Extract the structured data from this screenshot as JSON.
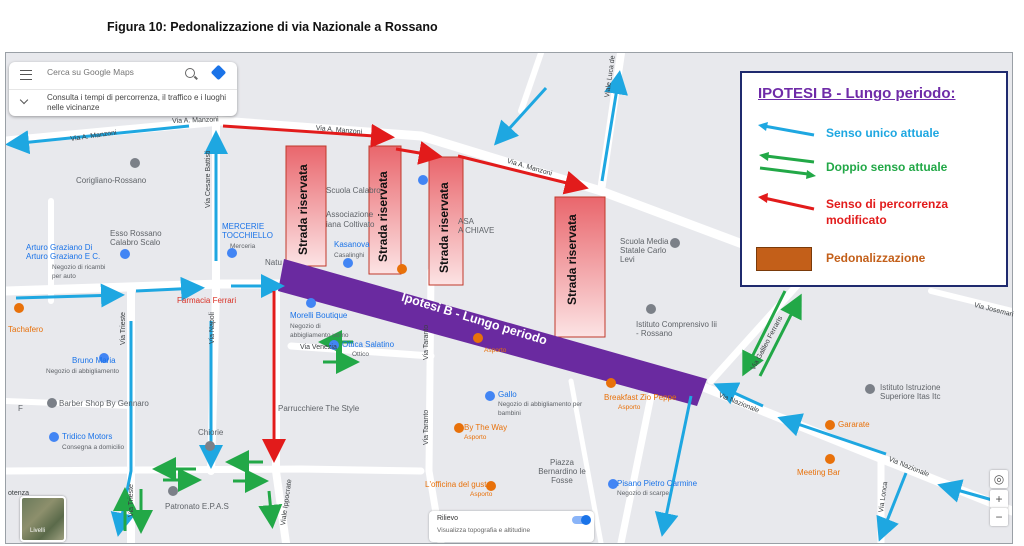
{
  "caption": "Figura 10: Pedonalizzazione di via Nazionale a Rossano",
  "search": {
    "placeholder": "Cerca su Google Maps",
    "hint": "Consulta i tempi di percorrenza, il traffico e i luoghi nelle vicinanze"
  },
  "legend": {
    "title": "IPOTESI B - Lungo periodo:",
    "items": [
      {
        "label": "Senso unico attuale",
        "color": "#1ea7e1"
      },
      {
        "label": "Doppio senso attuale",
        "color": "#22a847"
      },
      {
        "label": "Senso di percorrenza\nmodificato",
        "line1": "Senso di percorrenza",
        "line2": "modificato",
        "color": "#e21b1b"
      },
      {
        "label": "Pedonalizzazione",
        "color": "#c35f19"
      }
    ]
  },
  "colors": {
    "one_way": "#1ea7e1",
    "two_way": "#22a847",
    "modified": "#e21b1b",
    "pedestrian_band": "#6a2aa0",
    "reserved_lane": "#f0a3a8"
  },
  "band_label": "Ipotesi B - Lungo periodo",
  "reserved_label": "Strada riservata",
  "streets": {
    "manzoni": "Via A. Manzoni",
    "cesare_battisti": "Via Cesare Battisti",
    "napoli": "Via Napoli",
    "trieste": "Via Trieste",
    "venezia": "Via Venezia",
    "taranto": "Via Taranto",
    "nazionale": "Via Nazionale",
    "ipocrate": "Viale Ippocrate",
    "luca_de": "Viale Luca de",
    "galileo_ferraris": "Via Galileo Ferraris",
    "josemaria": "Via Josemari",
    "lonca": "Via Lonca",
    "potenza": "otenza"
  },
  "places": {
    "corigliano": "Corigliano-Rossano",
    "esso": "Esso Rossano Calabro Scalo",
    "arturo": "Arturo Graziano Di Arturo Graziano E C.",
    "arturo_sub": "Negozio di ricambi per auto",
    "merceria": "MERCERIE TOCCHIELLO",
    "merceria_sub": "Merceria",
    "scuola_calabro": "Scuola Calabro",
    "associazione": "Associazione",
    "coltivatori": "iana Coltivato",
    "kasanova": "Kasanova",
    "kasanova_sub": "Casalinghi",
    "casa_chiave": "ASA\nA CHIAVE",
    "scuola_media": "Scuola Media Statale Carlo Levi",
    "farmacia": "Farmacia Ferrari",
    "morelli": "Morelli Boutique",
    "morelli_sub": "Negozio di abbigliamento uomo",
    "ottica": "Ottica Salatino",
    "ottica_sub": "Ottico",
    "parrucchiere": "Parrucchiere The Style",
    "istituto": "Istituto Comprensivo Iii - Rossano",
    "istituto_sup": "Istituto Istruzione Superiore Itas Itc",
    "bruno": "Bruno Maria",
    "bruno_sub": "Negozio di abbigliamento",
    "barber": "Barber Shop By Gennaro",
    "tridico": "Tridico Motors",
    "tridico_sub": "Consegna a domicilio",
    "tachafero": "Tachafero",
    "chiorie": "Chiorie",
    "patronato": "Patronato E.P.A.S",
    "gallo": "Gallo",
    "gallo_sub": "Negozio di abbigliamento per bambini",
    "by_the_way": "By The Way",
    "by_the_way_sub": "Asporto",
    "piazza": "Piazza Bernardino le Fosse",
    "officina": "L'officina del gusto",
    "officina_sub": "Asporto",
    "breakfast": "Breakfast Zio Peppe",
    "breakfast_sub": "Asporto",
    "pisano": "Pisano Pietro Carmine",
    "pisano_sub": "Negozio di scarpe",
    "gararate": "Gararate",
    "meeting": "Meeting Bar",
    "asporto": "Asporto",
    "nat": "Natu",
    "f_label": "F"
  },
  "relief": {
    "title": "Rilievo",
    "subtitle": "Visualizza topografia e altitudine"
  },
  "layers_label": "Livelli",
  "zoom": {
    "in": "+",
    "out": "−"
  }
}
